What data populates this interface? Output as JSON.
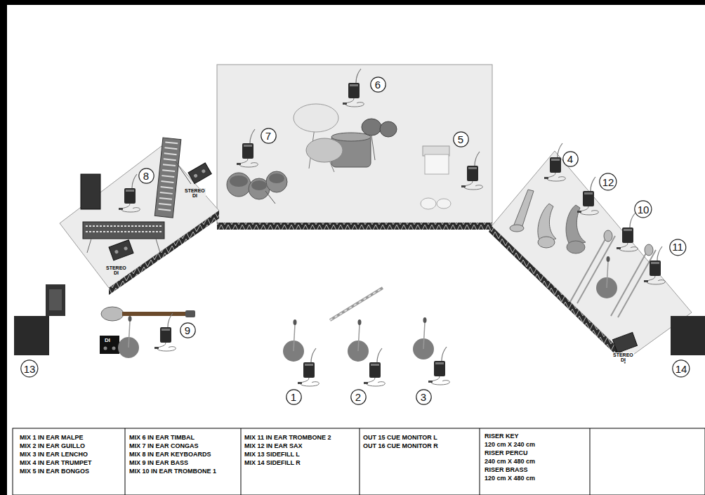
{
  "diagram": {
    "nodes": [
      {
        "text": [
          "6"
        ]
      },
      {
        "text": [
          "7"
        ]
      },
      {
        "text": [
          "5"
        ]
      },
      {
        "text": [
          "4"
        ]
      },
      {
        "text": [
          "8"
        ]
      },
      {
        "text": [
          "12"
        ]
      },
      {
        "text": [
          "10"
        ]
      },
      {
        "text": [
          "11"
        ]
      },
      {
        "text": [
          "9"
        ]
      },
      {
        "text": [
          "13"
        ]
      },
      {
        "text": [
          "14"
        ]
      },
      {
        "text": [
          "1"
        ]
      },
      {
        "text": [
          "2"
        ]
      },
      {
        "text": [
          "3"
        ]
      }
    ],
    "labels": [
      "STEREO DI",
      "STEREO DI",
      "DI",
      "STEREO DI",
      "MIX 1 IN EAR MALPE",
      "MIX 2 IN EAR GUILLO",
      "MIX 3 IN EAR LENCHO",
      "MIX 4 IN EAR TRUMPET",
      "MIX 5 IN EAR BONGOS",
      "MIX 6 IN EAR TIMBAL",
      "MIX 7 IN EAR CONGAS",
      "MIX 8 IN EAR KEYBOARDS",
      "MIX 9 IN EAR BASS",
      "MIX 10 IN EAR TROMBONE 1",
      "MIX 11 IN EAR TROMBONE 2",
      "MIX 12 IN EAR SAX",
      "MIX 13 SIDEFILL L",
      "MIX 14 SIDEFILL R",
      "OUT 15 CUE MONITOR L",
      "OUT 16 CUE MONITOR R",
      "RISER KEY",
      "120 cm X 240 cm",
      "RISER PERCU",
      "240 cm X 480 cm",
      "RISER BRASS",
      "120 cm X 480 cm"
    ]
  }
}
